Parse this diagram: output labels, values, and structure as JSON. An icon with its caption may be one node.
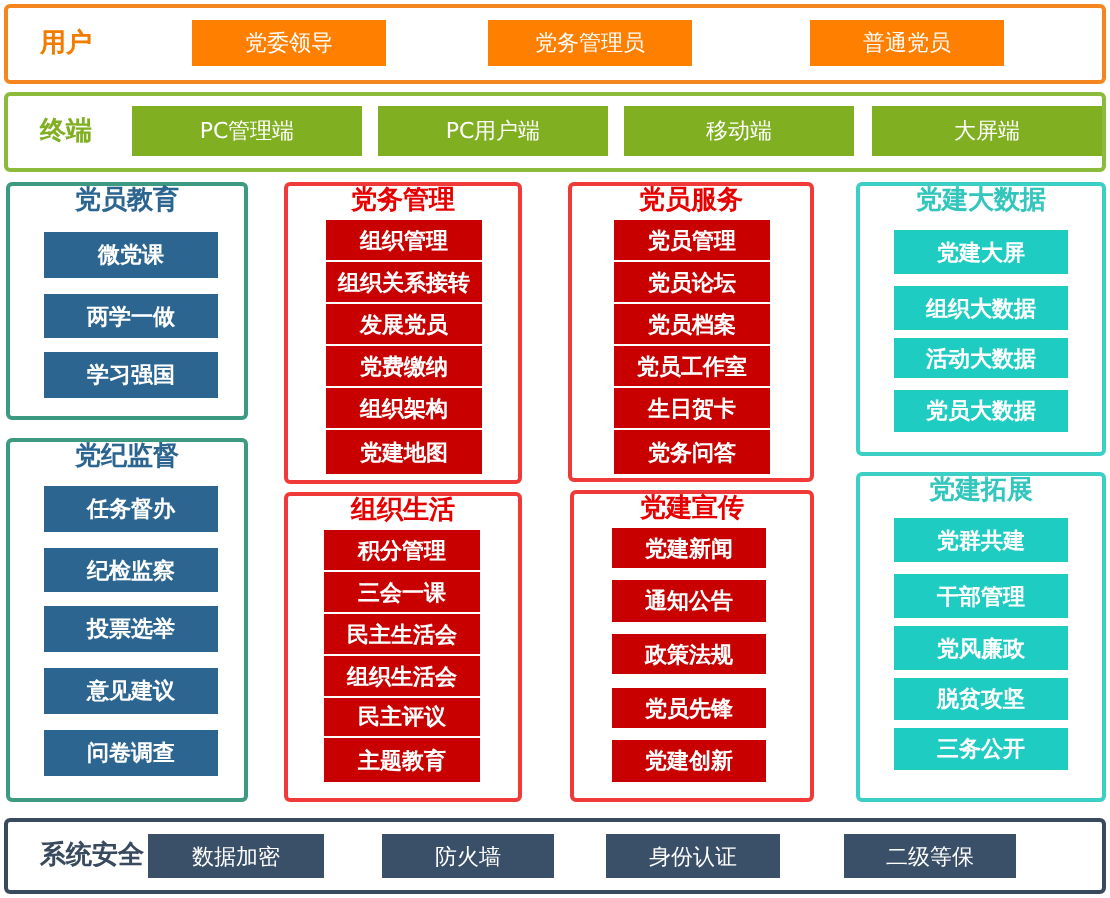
{
  "diagram": {
    "nodes": [
      {
        "text": [
          "用户"
        ]
      },
      {
        "text": [
          "党委领导"
        ],
        "in": 0
      },
      {
        "text": [
          "党务管理员"
        ],
        "in": 0
      },
      {
        "text": [
          "普通党员"
        ],
        "in": 0
      },
      {
        "text": [
          "终端"
        ]
      },
      {
        "text": [
          "PC管理端"
        ],
        "in": 4
      },
      {
        "text": [
          "PC用户端"
        ],
        "in": 4
      },
      {
        "text": [
          "移动端"
        ],
        "in": 4
      },
      {
        "text": [
          "大屏端"
        ],
        "in": 4
      },
      {
        "text": [
          "党员教育"
        ]
      },
      {
        "text": [
          "微党课"
        ],
        "in": 9
      },
      {
        "text": [
          "两学一做"
        ],
        "in": 9
      },
      {
        "text": [
          "学习强国"
        ],
        "in": 9
      },
      {
        "text": [
          "党务管理"
        ]
      },
      {
        "text": [
          "组织管理"
        ],
        "in": 13
      },
      {
        "text": [
          "组织关系接转"
        ],
        "in": 13
      },
      {
        "text": [
          "发展党员"
        ],
        "in": 13
      },
      {
        "text": [
          "党费缴纳"
        ],
        "in": 13
      },
      {
        "text": [
          "组织架构"
        ],
        "in": 13
      },
      {
        "text": [
          "党建地图"
        ],
        "in": 13
      },
      {
        "text": [
          "党员服务"
        ]
      },
      {
        "text": [
          "党员管理"
        ],
        "in": 20
      },
      {
        "text": [
          "党员论坛"
        ],
        "in": 20
      },
      {
        "text": [
          "党员档案"
        ],
        "in": 20
      },
      {
        "text": [
          "党员工作室"
        ],
        "in": 20
      },
      {
        "text": [
          "生日贺卡"
        ],
        "in": 20
      },
      {
        "text": [
          "党务问答"
        ],
        "in": 20
      },
      {
        "text": [
          "党建大数据"
        ]
      },
      {
        "text": [
          "党建大屏"
        ],
        "in": 27
      },
      {
        "text": [
          "组织大数据"
        ],
        "in": 27
      },
      {
        "text": [
          "活动大数据"
        ],
        "in": 27
      },
      {
        "text": [
          "党员大数据"
        ],
        "in": 27
      },
      {
        "text": [
          "党纪监督"
        ]
      },
      {
        "text": [
          "任务督办"
        ],
        "in": 32
      },
      {
        "text": [
          "纪检监察"
        ],
        "in": 32
      },
      {
        "text": [
          "投票选举"
        ],
        "in": 32
      },
      {
        "text": [
          "意见建议"
        ],
        "in": 32
      },
      {
        "text": [
          "问卷调查"
        ],
        "in": 32
      },
      {
        "text": [
          "组织生活"
        ]
      },
      {
        "text": [
          "积分管理"
        ],
        "in": 38
      },
      {
        "text": [
          "三会一课"
        ],
        "in": 38
      },
      {
        "text": [
          "民主生活会"
        ],
        "in": 38
      },
      {
        "text": [
          "组织生活会"
        ],
        "in": 38
      },
      {
        "text": [
          "民主评议"
        ],
        "in": 38
      },
      {
        "text": [
          "主题教育"
        ],
        "in": 38
      },
      {
        "text": [
          "党建宣传"
        ]
      },
      {
        "text": [
          "党建新闻"
        ],
        "in": 45
      },
      {
        "text": [
          "通知公告"
        ],
        "in": 45
      },
      {
        "text": [
          "政策法规"
        ],
        "in": 45
      },
      {
        "text": [
          "党员先锋"
        ],
        "in": 45
      },
      {
        "text": [
          "党建创新"
        ],
        "in": 45
      },
      {
        "text": [
          "党建拓展"
        ]
      },
      {
        "text": [
          "党群共建"
        ],
        "in": 51
      },
      {
        "text": [
          "干部管理"
        ],
        "in": 51
      },
      {
        "text": [
          "党风廉政"
        ],
        "in": 51
      },
      {
        "text": [
          "脱贫攻坚"
        ],
        "in": 51
      },
      {
        "text": [
          "三务公开"
        ],
        "in": 51
      },
      {
        "text": [
          "系统安全"
        ]
      },
      {
        "text": [
          "数据加密"
        ],
        "in": 57
      },
      {
        "text": [
          "防火墙"
        ],
        "in": 57
      },
      {
        "text": [
          "身份认证"
        ],
        "in": 57
      },
      {
        "text": [
          "二级等保"
        ],
        "in": 57
      }
    ]
  }
}
